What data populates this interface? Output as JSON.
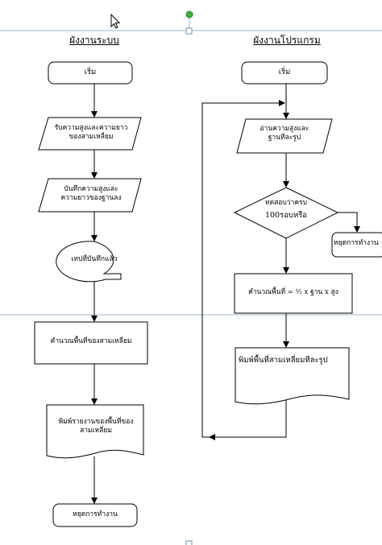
{
  "system_flow": {
    "heading": "ผังงานระบบ",
    "start": "เริ่ม",
    "input_dimensions": "รับความสูงและความยาว\nของสามเหลี่ยม",
    "save_dimensions": "บันทึกความสูงและ\nความยาวของฐานลง",
    "tape_label": "เทปที่บันทึกแล้ว",
    "compute_area": "คำนวณพื้นที่ของสามเหลี่ยม",
    "print_report": "พิมพ์รายงานของพื้นที่ของ\nสามเหลี่ยม",
    "stop": "หยุดการทำงาน"
  },
  "program_flow": {
    "heading": "ผังงานโปรแกรม",
    "start": "เริ่ม",
    "read_input": "อ่านความสูงและ\nฐานทีละรูป",
    "decision_line1": "ทดสอบว่าครบ",
    "decision_line2": "100รอบหรือ",
    "stop": "หยุดการทำงาน",
    "compute": "คำนวณพื้นที่ = ½ x ฐาน x สูง",
    "print": "พิมพ์พื้นที่สามเหลี่ยมทีละรูป"
  },
  "colors": {
    "stroke": "#000000",
    "guide_line": "#9fb7d0",
    "handle": "#3fae3f"
  },
  "icons": {
    "cursor": "mouse-pointer-icon",
    "rotate_handle": "rotate-handle-icon"
  }
}
